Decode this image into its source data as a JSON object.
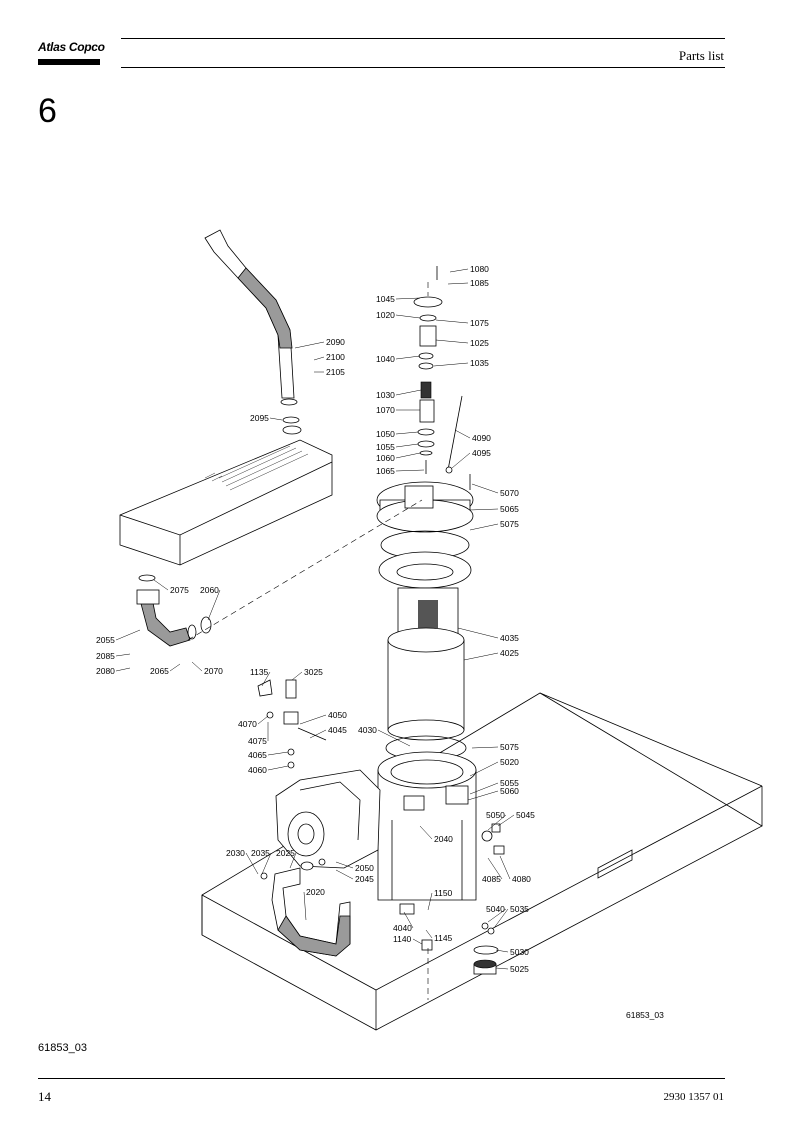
{
  "header": {
    "brand": "Atlas Copco",
    "title": "Parts list"
  },
  "section_number": "6",
  "figure": {
    "id_in_drawing": "61853_03",
    "caption_id": "61853_03",
    "callouts": [
      {
        "label": "1080"
      },
      {
        "label": "1085"
      },
      {
        "label": "1045"
      },
      {
        "label": "1020"
      },
      {
        "label": "1075"
      },
      {
        "label": "1025"
      },
      {
        "label": "1040"
      },
      {
        "label": "1035"
      },
      {
        "label": "1030"
      },
      {
        "label": "1070"
      },
      {
        "label": "4090"
      },
      {
        "label": "1050"
      },
      {
        "label": "1055"
      },
      {
        "label": "1060"
      },
      {
        "label": "4095"
      },
      {
        "label": "1065"
      },
      {
        "label": "5070"
      },
      {
        "label": "5065"
      },
      {
        "label": "5075"
      },
      {
        "label": "2090"
      },
      {
        "label": "2100"
      },
      {
        "label": "2105"
      },
      {
        "label": "2095"
      },
      {
        "label": "2075"
      },
      {
        "label": "2060"
      },
      {
        "label": "2055"
      },
      {
        "label": "2085"
      },
      {
        "label": "2080"
      },
      {
        "label": "2065"
      },
      {
        "label": "2070"
      },
      {
        "label": "4035"
      },
      {
        "label": "4025"
      },
      {
        "label": "1135"
      },
      {
        "label": "3025"
      },
      {
        "label": "4050"
      },
      {
        "label": "4070"
      },
      {
        "label": "4045"
      },
      {
        "label": "4075"
      },
      {
        "label": "4030"
      },
      {
        "label": "4065"
      },
      {
        "label": "4060"
      },
      {
        "label": "5075"
      },
      {
        "label": "5020"
      },
      {
        "label": "5055"
      },
      {
        "label": "5060"
      },
      {
        "label": "5050"
      },
      {
        "label": "5045"
      },
      {
        "label": "2040"
      },
      {
        "label": "2030"
      },
      {
        "label": "2035"
      },
      {
        "label": "2025"
      },
      {
        "label": "2050"
      },
      {
        "label": "2045"
      },
      {
        "label": "4085"
      },
      {
        "label": "4080"
      },
      {
        "label": "2020"
      },
      {
        "label": "1150"
      },
      {
        "label": "5040"
      },
      {
        "label": "5035"
      },
      {
        "label": "4040"
      },
      {
        "label": "1145"
      },
      {
        "label": "1140"
      },
      {
        "label": "5030"
      },
      {
        "label": "5025"
      }
    ]
  },
  "footer": {
    "page_number": "14",
    "document_number": "2930 1357 01"
  }
}
